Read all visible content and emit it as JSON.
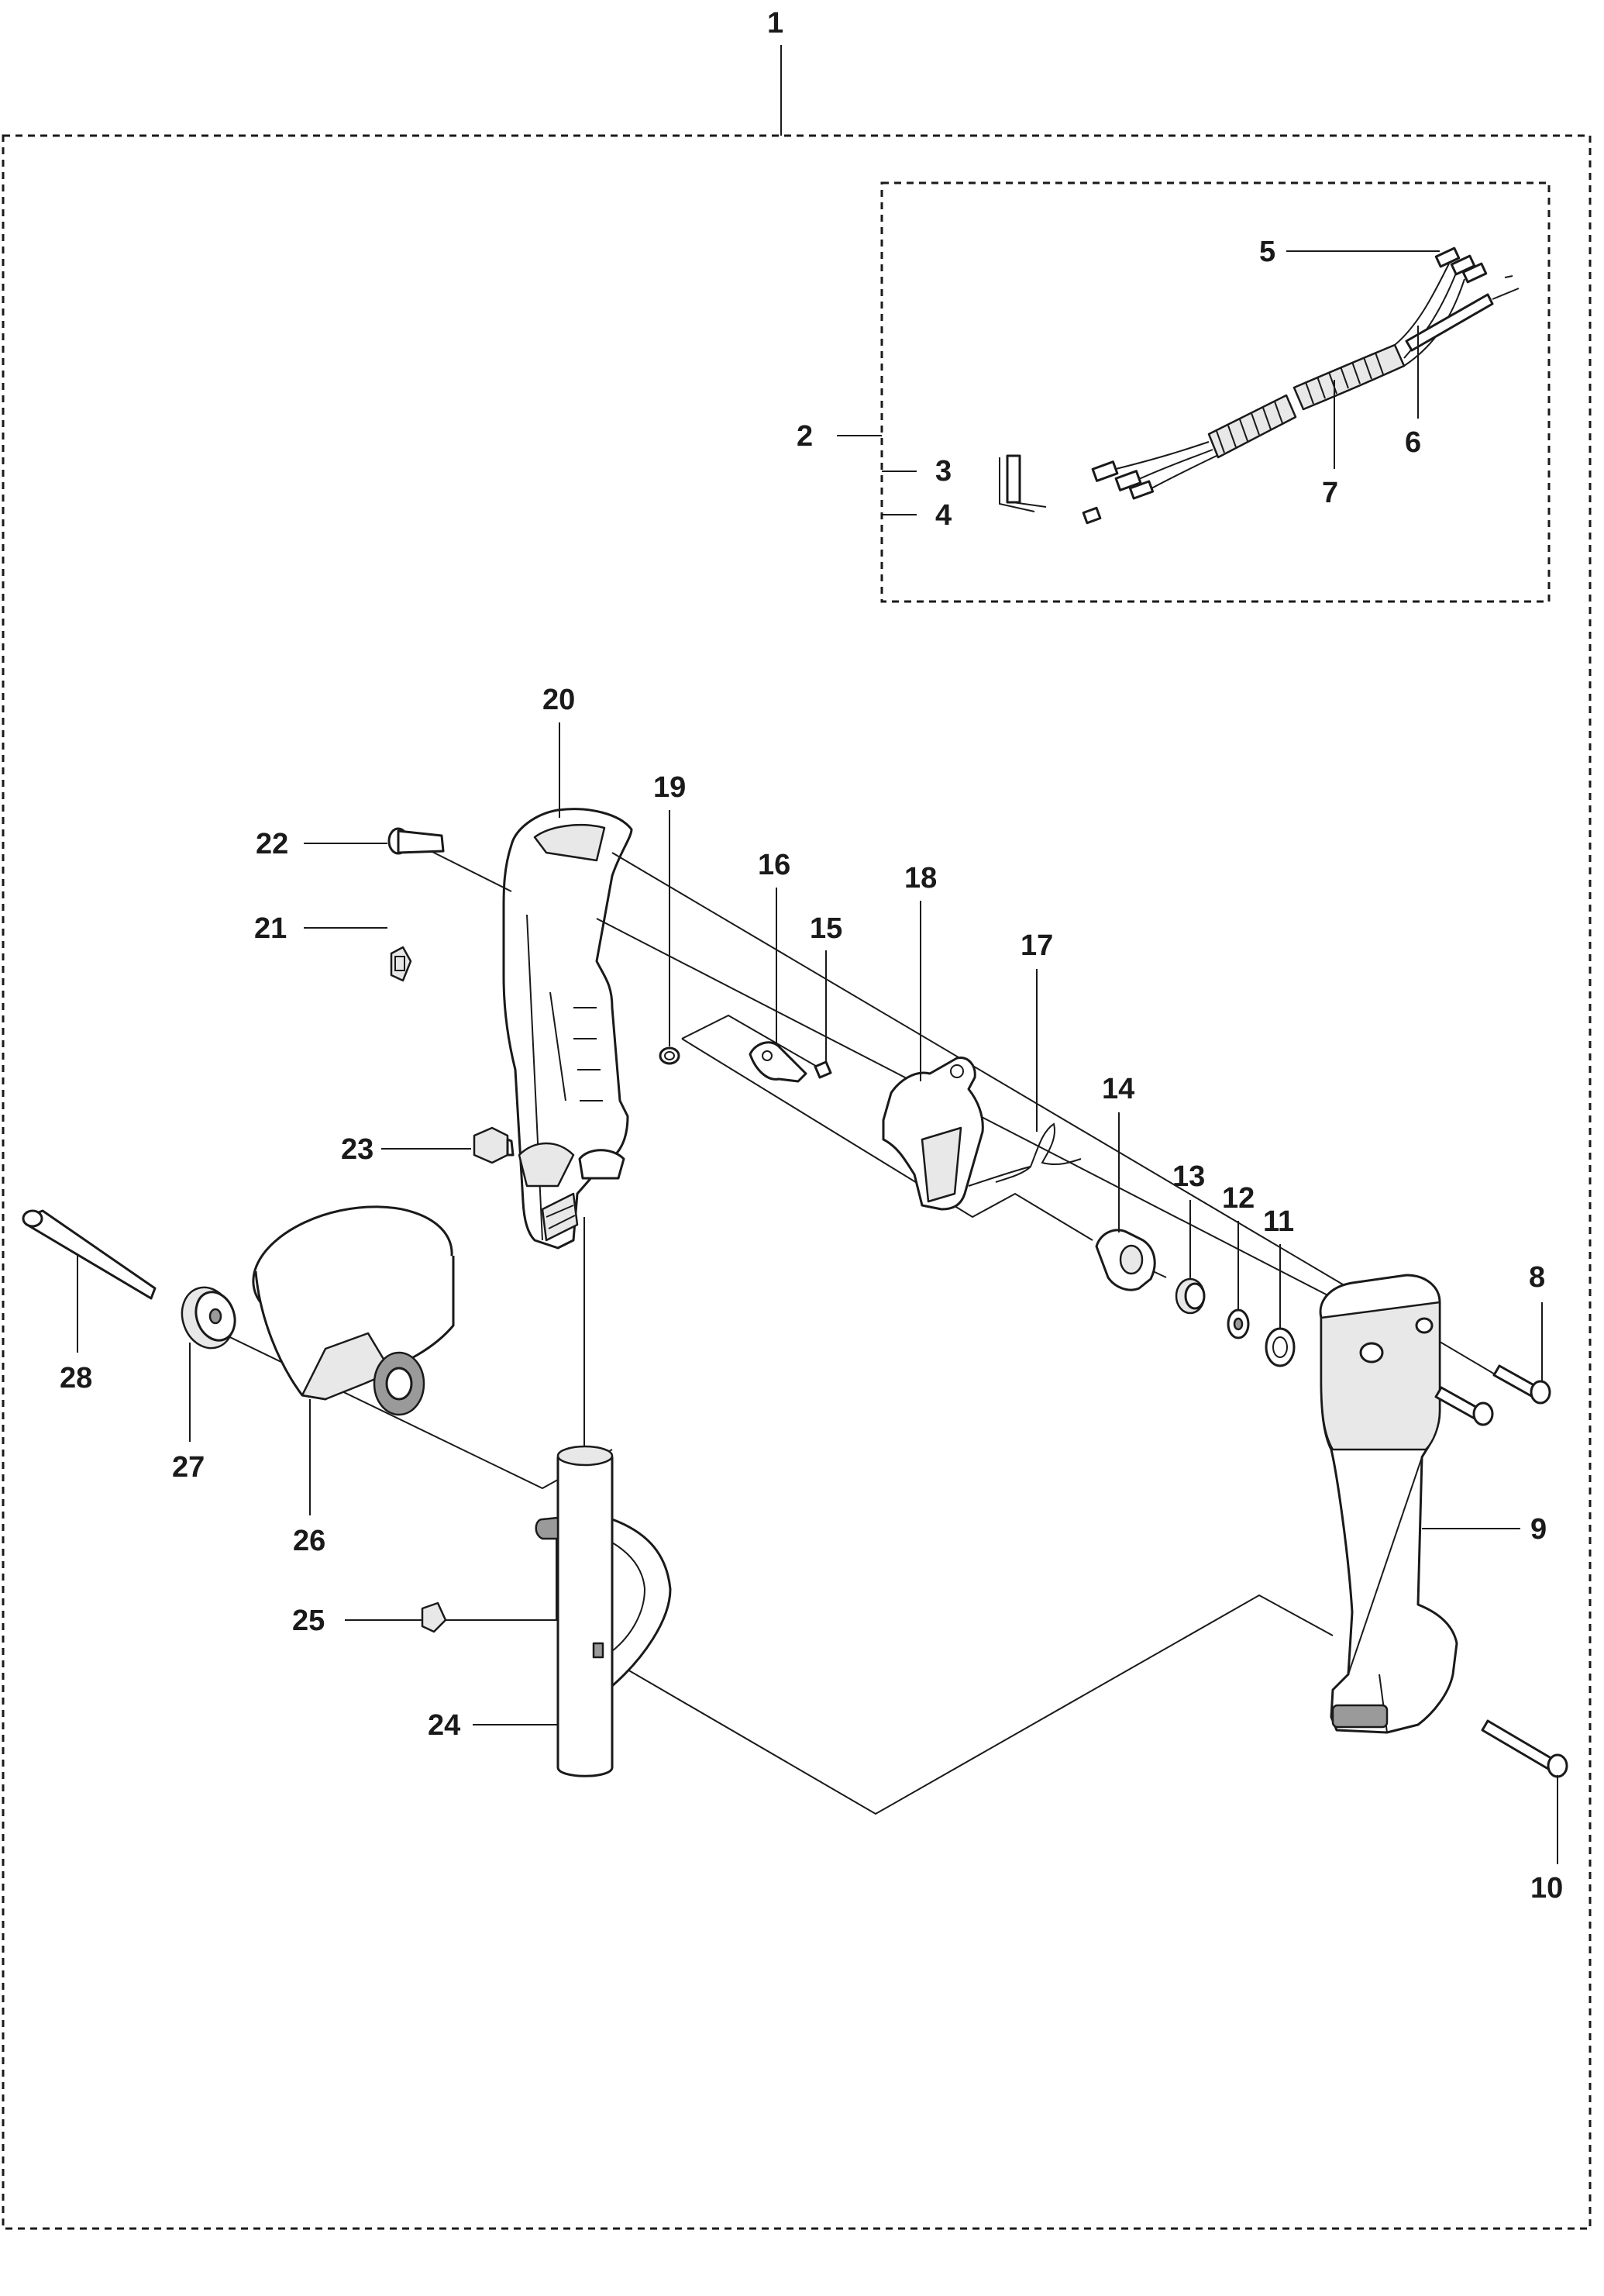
{
  "callouts": [
    {
      "id": "1",
      "label": "1"
    },
    {
      "id": "2",
      "label": "2"
    },
    {
      "id": "3",
      "label": "3"
    },
    {
      "id": "4",
      "label": "4"
    },
    {
      "id": "5",
      "label": "5"
    },
    {
      "id": "6",
      "label": "6"
    },
    {
      "id": "7",
      "label": "7"
    },
    {
      "id": "8",
      "label": "8"
    },
    {
      "id": "9",
      "label": "9"
    },
    {
      "id": "10",
      "label": "10"
    },
    {
      "id": "11",
      "label": "11"
    },
    {
      "id": "12",
      "label": "12"
    },
    {
      "id": "13",
      "label": "13"
    },
    {
      "id": "14",
      "label": "14"
    },
    {
      "id": "15",
      "label": "15"
    },
    {
      "id": "16",
      "label": "16"
    },
    {
      "id": "17",
      "label": "17"
    },
    {
      "id": "18",
      "label": "18"
    },
    {
      "id": "19",
      "label": "19"
    },
    {
      "id": "20",
      "label": "20"
    },
    {
      "id": "21",
      "label": "21"
    },
    {
      "id": "22",
      "label": "22"
    },
    {
      "id": "23",
      "label": "23"
    },
    {
      "id": "24",
      "label": "24"
    },
    {
      "id": "25",
      "label": "25"
    },
    {
      "id": "26",
      "label": "26"
    },
    {
      "id": "27",
      "label": "27"
    },
    {
      "id": "28",
      "label": "28"
    }
  ],
  "colors": {
    "line": "#1a1a1a",
    "background": "#ffffff",
    "shade": "#e8e8e8"
  }
}
